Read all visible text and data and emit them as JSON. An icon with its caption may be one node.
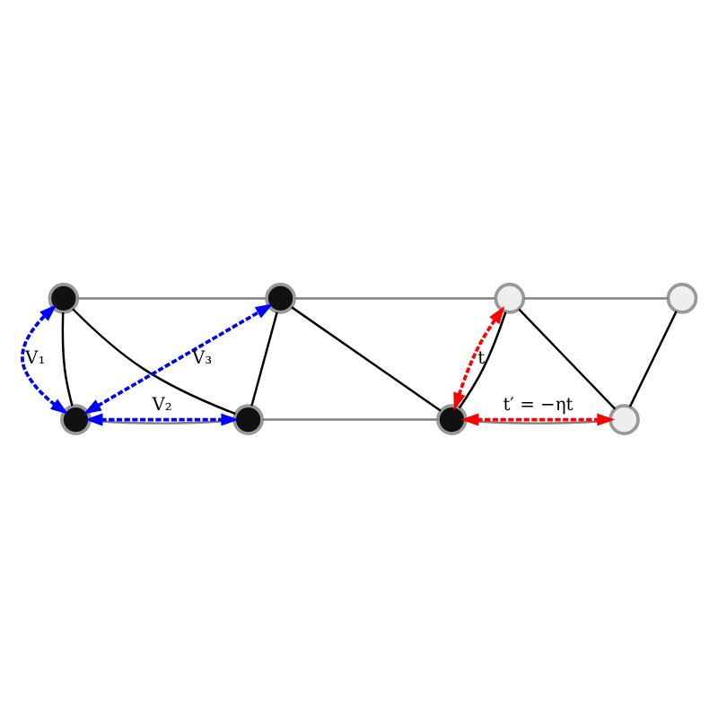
{
  "diagram": {
    "nodes": [
      {
        "text": [],
        "shape": "circle"
      },
      {
        "text": [],
        "shape": "circle"
      },
      {
        "text": [],
        "shape": "circle"
      },
      {
        "text": [],
        "shape": "circle"
      },
      {
        "text": [],
        "shape": "circle"
      },
      {
        "text": [],
        "shape": "circle"
      },
      {
        "text": [],
        "shape": "circle"
      },
      {
        "text": [],
        "shape": "circle"
      }
    ],
    "edges": [
      {
        "from": 0,
        "to": 1,
        "arrow": "none",
        "color": "#808080"
      },
      {
        "from": 1,
        "to": 2,
        "arrow": "none",
        "color": "#808080"
      },
      {
        "from": 2,
        "to": 3,
        "arrow": "none",
        "color": "#808080"
      },
      {
        "from": 4,
        "to": 5,
        "arrow": "none",
        "color": "#808080"
      },
      {
        "from": 5,
        "to": 6,
        "arrow": "none",
        "color": "#808080"
      },
      {
        "from": 6,
        "to": 7,
        "arrow": "none",
        "color": "#808080"
      },
      {
        "from": 4,
        "to": 0,
        "arrow": "none"
      },
      {
        "from": 0,
        "to": 5,
        "arrow": "none"
      },
      {
        "from": 5,
        "to": 1,
        "arrow": "none"
      },
      {
        "from": 1,
        "to": 6,
        "arrow": "none"
      },
      {
        "from": 6,
        "to": 2,
        "arrow": "none"
      },
      {
        "from": 2,
        "to": 7,
        "arrow": "none"
      },
      {
        "from": 7,
        "to": 3,
        "arrow": "none"
      },
      {
        "from": 4,
        "to": 0,
        "arrow": "both",
        "label": "V₁",
        "style": "dashed",
        "color": "#0000ff"
      },
      {
        "from": 4,
        "to": 5,
        "arrow": "both",
        "label": "V₂",
        "style": "dashed",
        "color": "#0000ff"
      },
      {
        "from": 4,
        "to": 1,
        "arrow": "both",
        "label": "V₃",
        "style": "dashed",
        "color": "#0000ff"
      },
      {
        "from": 6,
        "to": 2,
        "arrow": "both",
        "label": "t",
        "style": "dashed",
        "color": "#ff0000"
      },
      {
        "from": 6,
        "to": 7,
        "arrow": "both",
        "label": "t′ = −ηt",
        "style": "dashed",
        "color": "#ff0000"
      }
    ]
  }
}
